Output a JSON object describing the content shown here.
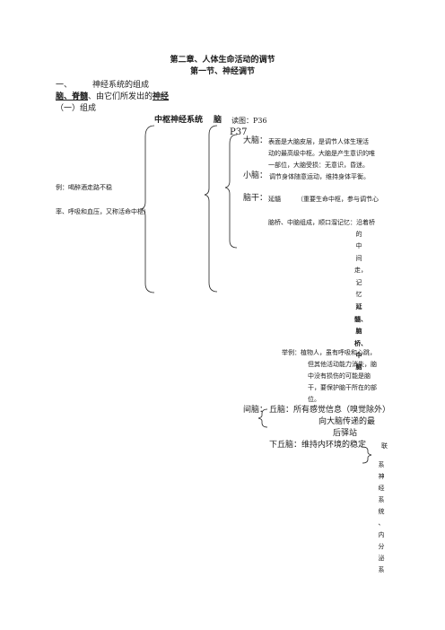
{
  "header": {
    "chapter_title": "第二章、人体生命活动的调节",
    "section_title": "第一节、神经调节"
  },
  "section_one": {
    "number": "一、",
    "heading": "神经系统的组成",
    "lead_a": "脑、脊髓",
    "lead_b": "、由它们所发出的",
    "lead_c": "神经"
  },
  "part_one": "（一）组成",
  "cns": {
    "label": "中枢神经系统",
    "brain": "脑",
    "reading_figure": "读图：P36",
    "page_ref": "P37"
  },
  "cerebrum": {
    "label": "大脑：",
    "desc_line1": "表面是大脑皮层，是调节人体生理活",
    "desc_line2": "动的最高级中枢。大脑是产生意识的唯",
    "desc_line3": "一部位，大脑受损：无意识，昏迷。"
  },
  "cerebellum": {
    "label": "小脑：",
    "desc": "调节身体随意运动，维持身体平衡。"
  },
  "brainstem": {
    "label": "脑干：",
    "medulla": "延髓",
    "medulla_desc": "（重要生命中枢，参与调节心",
    "composition": "脑桥、中脑组成，顺口溜记忆：沿着桥",
    "vertical_text": [
      "的中",
      "间",
      "走，",
      "记忆"
    ],
    "vertical_bold": [
      "延",
      "髓、",
      "脑",
      "桥、",
      "中",
      "脑"
    ]
  },
  "side_note": {
    "line1": "例：喝醉酒走路不稳",
    "line2": "率、呼吸和血压，又称活命中枢）"
  },
  "example": {
    "line1": "举例：植物人，虽有呼吸和心跳，",
    "line2": "但其他活动能力消失，脑",
    "line3": "中没有损伤的可能是脑",
    "line4": "干，要保护脑干所在的部",
    "line5": "位。"
  },
  "diencephalon": {
    "label": "间脑：",
    "thalamus": "丘脑：所有感觉信息（嗅觉除外）",
    "thalamus_line2": "向大脑传递的最",
    "thalamus_line3": "后驿站",
    "hypothalamus": "下丘脑：维持内环境的稳定",
    "hyp_extra": "联",
    "vertical_text": [
      "系",
      "神",
      "经",
      "系",
      "统",
      "、",
      "内",
      "分",
      "泌",
      "系"
    ]
  }
}
